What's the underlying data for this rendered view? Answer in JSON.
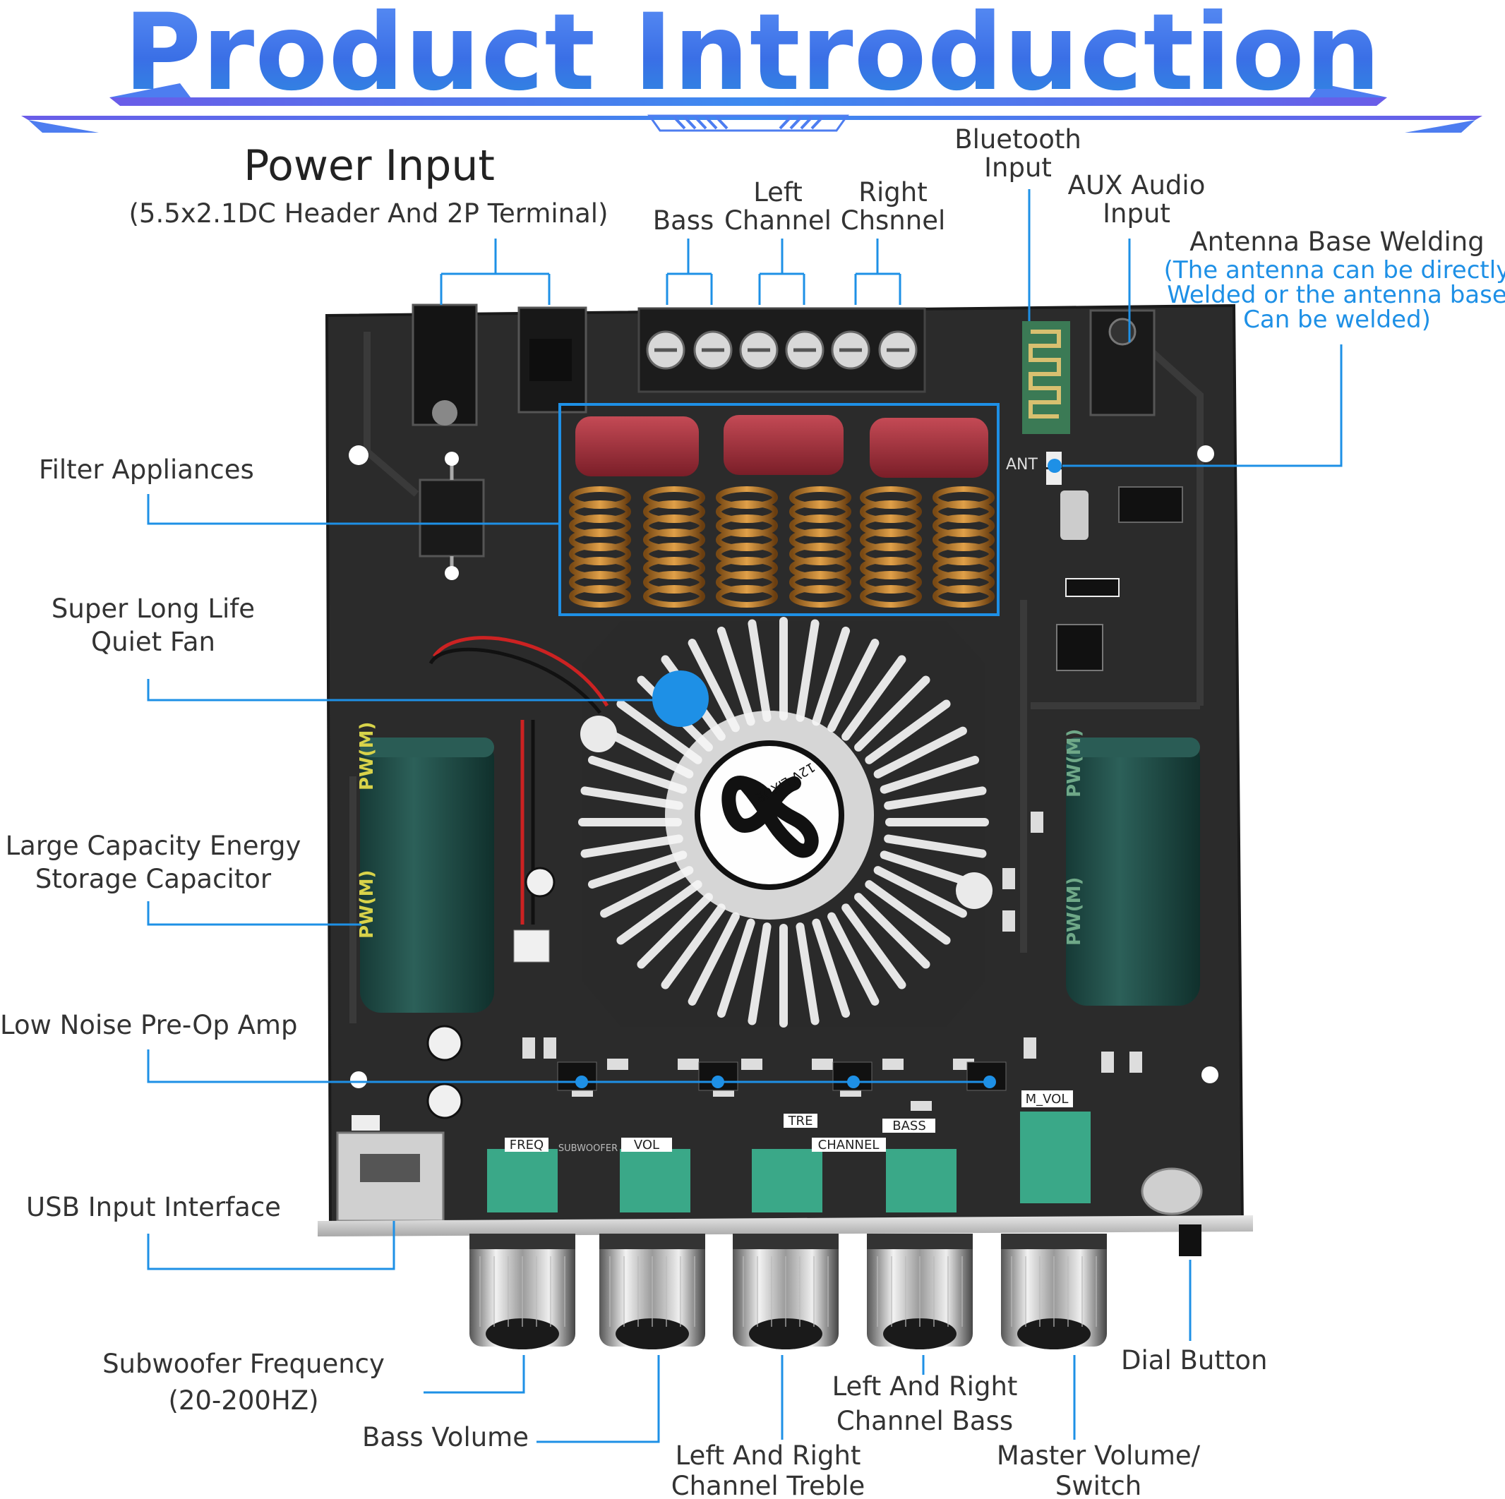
{
  "title": "Product Introduction",
  "colors": {
    "title_blue": "#3a6fe6",
    "callout_blue": "#1e90e6",
    "board": "#2b2b2b",
    "capacitor": "#1f4a45",
    "potentiometer": "#3aa888"
  },
  "labels": {
    "power_input": "Power Input",
    "power_input_note": "(5.5x2.1DC Header And 2P Terminal)",
    "bass": "Bass",
    "left_channel_1": "Left",
    "left_channel_2": "Channel",
    "right_channel_1": "Right",
    "right_channel_2": "Chsnnel",
    "bluetooth_1": "Bluetooth",
    "bluetooth_2": "Input",
    "aux_1": "AUX Audio",
    "aux_2": "Input",
    "antenna": "Antenna Base Welding",
    "antenna_note_1": "(The antenna can be directly",
    "antenna_note_2": "Welded or the antenna base",
    "antenna_note_3": "Can be welded)",
    "filter": "Filter Appliances",
    "fan_1": "Super Long Life",
    "fan_2": "Quiet Fan",
    "capacitor_1": "Large Capacity Energy",
    "capacitor_2": "Storage Capacitor",
    "preamp": "Low Noise Pre-Op Amp",
    "usb": "USB Input Interface",
    "sub_freq_1": "Subwoofer Frequency",
    "sub_freq_2": "(20-200HZ)",
    "bass_volume": "Bass Volume",
    "treble_1": "Left And Right",
    "treble_2": "Channel Treble",
    "lr_bass_1": "Left And Right",
    "lr_bass_2": "Channel Bass",
    "master_1": "Master Volume/",
    "master_2": "Switch",
    "dial": "Dial Button"
  },
  "board_labels": {
    "freq": "FREQ",
    "subwoofer": "SUBWOOFER",
    "vol": "VOL",
    "tre": "TRE",
    "channel": "CHANNEL",
    "bass": "BASS",
    "m_vol": "M_VOL",
    "ant": "ANT",
    "cap_brand": "PW(M)",
    "fan_text": "12V LIXUE"
  }
}
